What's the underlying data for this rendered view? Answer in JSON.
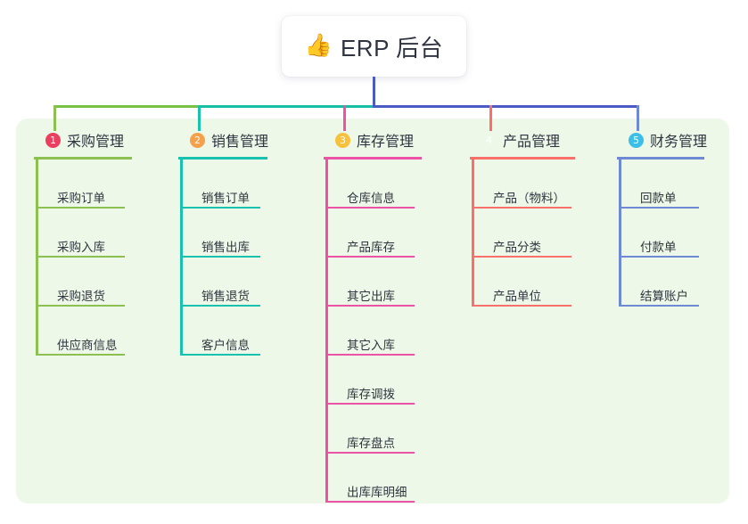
{
  "root": {
    "emoji": "👍",
    "emoji_name": "thumbs-up-icon",
    "title": "ERP 后台"
  },
  "panel": {
    "background_color": "#eef8e8"
  },
  "bus": {
    "segments": [
      {
        "name": "bus-segment-green",
        "color": "#7ac143"
      },
      {
        "name": "bus-segment-teal",
        "color": "#15bfa5"
      },
      {
        "name": "bus-segment-indigo",
        "color": "#4a5bc4"
      }
    ],
    "trunk_color": "#4a5bc4"
  },
  "columns": [
    {
      "index": "1",
      "badge_color": "#ec3e5e",
      "line_color": "#8cc152",
      "title": "采购管理",
      "items": [
        {
          "label": "采购订单"
        },
        {
          "label": "采购入库"
        },
        {
          "label": "采购退货"
        },
        {
          "label": "供应商信息"
        }
      ]
    },
    {
      "index": "2",
      "badge_color": "#f5a04a",
      "line_color": "#18c2ae",
      "title": "销售管理",
      "items": [
        {
          "label": "销售订单"
        },
        {
          "label": "销售出库"
        },
        {
          "label": "销售退货"
        },
        {
          "label": "客户信息"
        }
      ]
    },
    {
      "index": "3",
      "badge_color": "#f7c13c",
      "line_color": "#ec53a6",
      "title": "库存管理",
      "items": [
        {
          "label": "仓库信息"
        },
        {
          "label": "产品库存"
        },
        {
          "label": "其它出库"
        },
        {
          "label": "其它入库"
        },
        {
          "label": "库存调拨"
        },
        {
          "label": "库存盘点"
        },
        {
          "label": "出库库明细"
        }
      ]
    },
    {
      "index": "4",
      "badge_color": "#27c martin",
      "title": "产品管理",
      "line_color": "#f9706b",
      "items": [
        {
          "label": "产品（物料）"
        },
        {
          "label": "产品分类"
        },
        {
          "label": "产品单位"
        }
      ]
    },
    {
      "index": "5",
      "badge_color": "#3bbfe8",
      "line_color": "#6f8ad4",
      "title": "财务管理",
      "items": [
        {
          "label": "回款单"
        },
        {
          "label": "付款单"
        },
        {
          "label": "结算账户"
        }
      ]
    }
  ]
}
